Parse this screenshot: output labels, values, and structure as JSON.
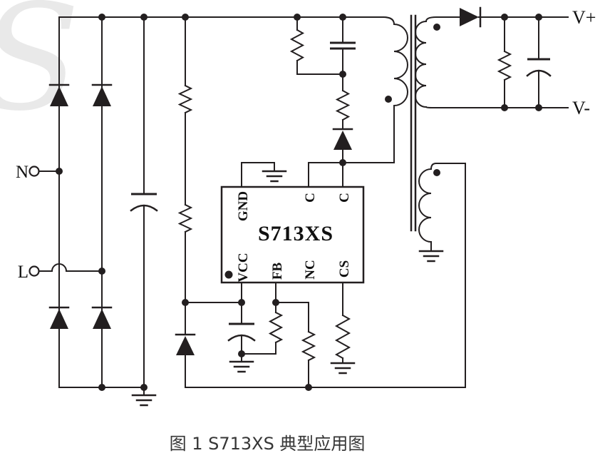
{
  "diagram": {
    "type": "schematic",
    "caption": "图 1 S713XS 典型应用图",
    "watermark_letter": "S",
    "terminals": {
      "neutral": "N",
      "line": "L",
      "output_positive": "V+",
      "output_negative": "V-"
    },
    "ic": {
      "part_number": "S713XS",
      "top_pins": [
        "GND",
        "C",
        "C"
      ],
      "bottom_pins": [
        "VCC",
        "FB",
        "NC",
        "CS"
      ]
    },
    "colors": {
      "line": "#231f20",
      "label": "#111111",
      "caption": "#363636",
      "watermark": "#e9e9e9",
      "background": "#ffffff"
    }
  }
}
